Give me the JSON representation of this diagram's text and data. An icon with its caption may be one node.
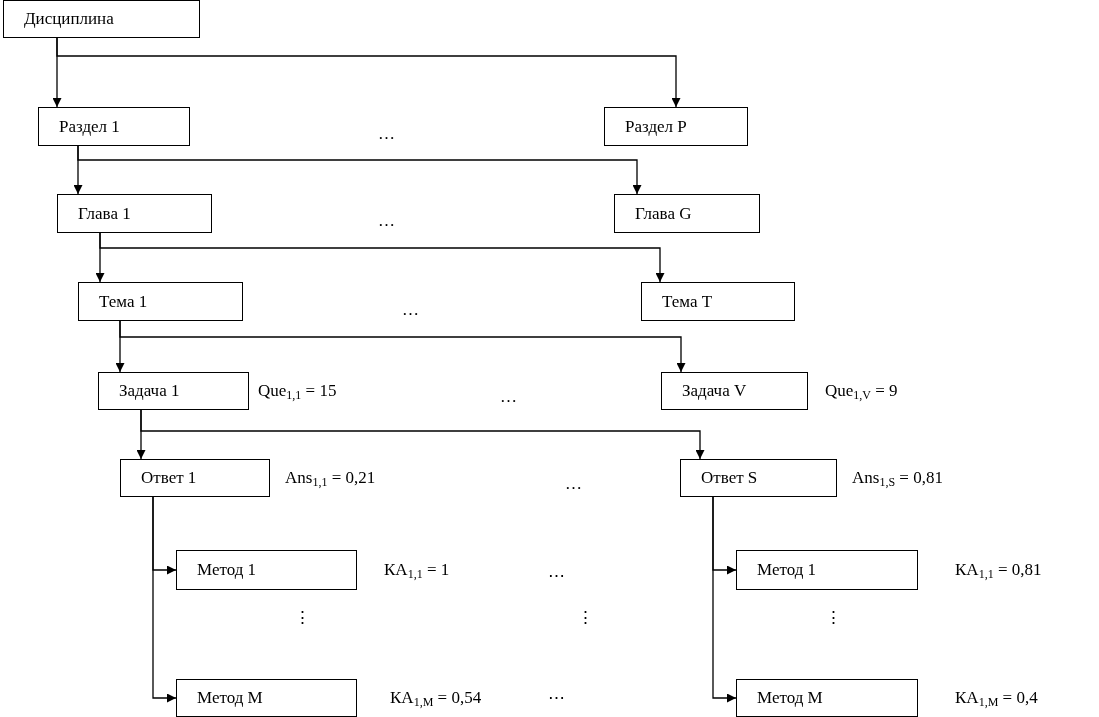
{
  "diagram": {
    "nodes": [
      {
        "text": [
          "Дисциплина"
        ]
      },
      {
        "text": [
          "Раздел 1"
        ]
      },
      {
        "text": [
          "Раздел P"
        ]
      },
      {
        "text": [
          "Глава 1"
        ]
      },
      {
        "text": [
          "Глава G"
        ]
      },
      {
        "text": [
          "Тема 1"
        ]
      },
      {
        "text": [
          "Тема T"
        ]
      },
      {
        "text": [
          "Задача 1"
        ],
        "beside": [
          "Que$_{1,1}$ = 15"
        ]
      },
      {
        "text": [
          "Задача V"
        ],
        "beside": [
          "Que$_{1,V}$ = 9"
        ]
      },
      {
        "text": [
          "Ответ 1"
        ],
        "beside": [
          "Ans$_{1,1}$ = 0,21"
        ]
      },
      {
        "text": [
          "Ответ S"
        ],
        "beside": [
          "Ans$_{1,S}$ = 0,81"
        ]
      },
      {
        "text": [
          "Метод 1"
        ],
        "beside": [
          "КА$_{1,1}$ = 1"
        ]
      },
      {
        "text": [
          "Метод M"
        ],
        "beside": [
          "КА$_{1,М}$ = 0,54"
        ]
      },
      {
        "text": [
          "Метод 1"
        ],
        "beside": [
          "КА$_{1,1}$ = 0,81"
        ]
      },
      {
        "text": [
          "Метод M"
        ],
        "beside": [
          "КА$_{1,М}$ = 0,4"
        ]
      }
    ],
    "edges": [
      {
        "from": 0,
        "to": 1,
        "arrow": "to"
      },
      {
        "from": 0,
        "to": 2,
        "arrow": "to"
      },
      {
        "from": 1,
        "to": 3,
        "arrow": "to"
      },
      {
        "from": 1,
        "to": 4,
        "arrow": "to"
      },
      {
        "from": 3,
        "to": 5,
        "arrow": "to"
      },
      {
        "from": 3,
        "to": 6,
        "arrow": "to"
      },
      {
        "from": 5,
        "to": 7,
        "arrow": "to"
      },
      {
        "from": 5,
        "to": 8,
        "arrow": "to"
      },
      {
        "from": 7,
        "to": 9,
        "arrow": "to"
      },
      {
        "from": 7,
        "to": 10,
        "arrow": "to"
      },
      {
        "from": 9,
        "to": 11,
        "arrow": "to"
      },
      {
        "from": 9,
        "to": 12,
        "arrow": "to"
      },
      {
        "from": 10,
        "to": 13,
        "arrow": "to"
      },
      {
        "from": 10,
        "to": 14,
        "arrow": "to"
      }
    ],
    "labels": [
      "…",
      "…",
      "…",
      "…",
      "…",
      "⋯",
      "⋮",
      "⋮",
      "⋮",
      "⋯"
    ]
  }
}
